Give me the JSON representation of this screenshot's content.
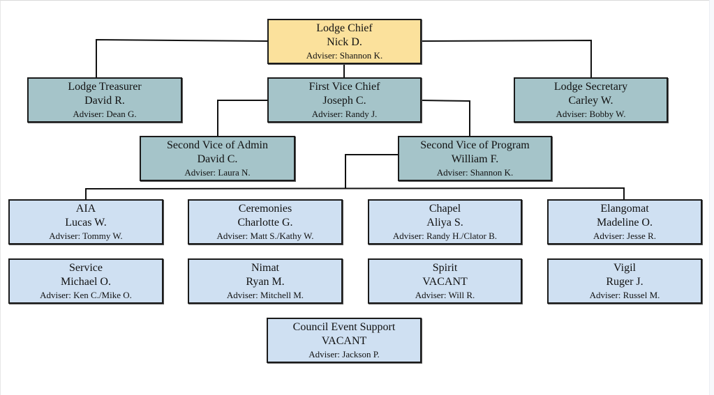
{
  "colors": {
    "chief_fill": "#fbe19c",
    "officer_fill": "#a5c4c9",
    "chair_fill": "#cfe0f2",
    "border": "#1a1a1a"
  },
  "chief": {
    "title": "Lodge Chief",
    "name": "Nick D.",
    "adviser": "Adviser: Shannon K."
  },
  "officers": {
    "treasurer": {
      "title": "Lodge Treasurer",
      "name": "David R.",
      "adviser": "Adviser: Dean G."
    },
    "first_vice": {
      "title": "First Vice Chief",
      "name": "Joseph C.",
      "adviser": "Adviser: Randy J."
    },
    "secretary": {
      "title": "Lodge Secretary",
      "name": "Carley W.",
      "adviser": "Adviser: Bobby W."
    },
    "second_vice_admin": {
      "title": "Second Vice of Admin",
      "name": "David C.",
      "adviser": "Adviser: Laura N."
    },
    "second_vice_program": {
      "title": "Second Vice of Program",
      "name": "William F.",
      "adviser": "Adviser: Shannon K."
    }
  },
  "chairs": [
    {
      "title": "AIA",
      "name": "Lucas W.",
      "adviser": "Adviser: Tommy W."
    },
    {
      "title": "Ceremonies",
      "name": "Charlotte G.",
      "adviser": "Adviser: Matt S./Kathy W."
    },
    {
      "title": "Chapel",
      "name": "Aliya S.",
      "adviser": "Adviser: Randy H./Clator B."
    },
    {
      "title": "Elangomat",
      "name": "Madeline O.",
      "adviser": "Adviser: Jesse R."
    },
    {
      "title": "Service",
      "name": "Michael O.",
      "adviser": "Adviser: Ken C./Mike O."
    },
    {
      "title": "Nimat",
      "name": "Ryan M.",
      "adviser": "Adviser: Mitchell M."
    },
    {
      "title": "Spirit",
      "name": "VACANT",
      "adviser": "Adviser: Will R."
    },
    {
      "title": "Vigil",
      "name": "Ruger J.",
      "adviser": "Adviser: Russel M."
    },
    {
      "title": "Council Event Support",
      "name": "VACANT",
      "adviser": "Adviser: Jackson P."
    }
  ]
}
